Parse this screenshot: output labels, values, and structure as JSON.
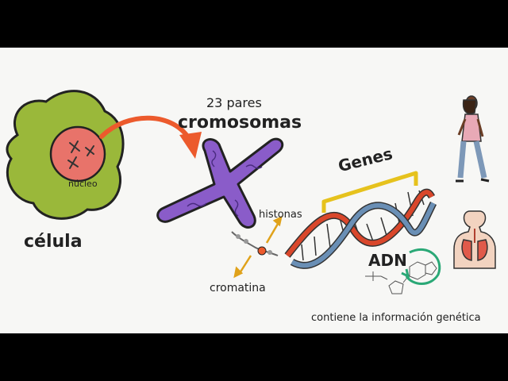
{
  "labels": {
    "pairs": "23 pares",
    "chromosomes": "cromosomas",
    "nucleus": "núcleo",
    "cell": "célula",
    "genes": "Genes",
    "histones": "histonas",
    "chromatin": "cromatina",
    "dna": "ADN",
    "caption": "contiene la información genética"
  },
  "colors": {
    "cell": "#9ab83a",
    "nucleus": "#e8736a",
    "chromosome": "#8a5cc9",
    "arrow": "#ec5a2c",
    "helix_red": "#d9472b",
    "helix_blue": "#6a8fb5",
    "genes_bracket": "#e6c21d",
    "accent_green": "#2aa876",
    "histone_arrow": "#e0a21a"
  },
  "icons": {
    "woman": "walking-woman-icon",
    "torso": "human-organs-icon",
    "molecule": "nucleotide-molecule-icon"
  }
}
